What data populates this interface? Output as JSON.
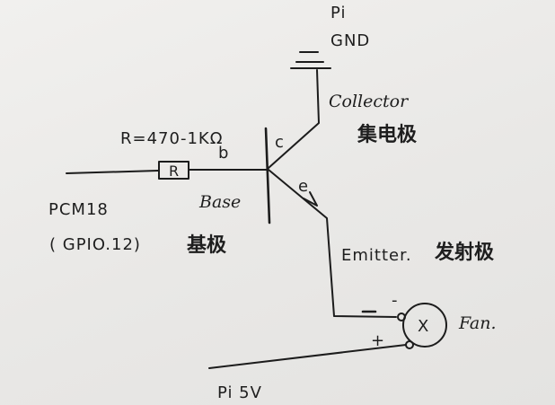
{
  "labels": {
    "pi_top": "Pi",
    "gnd": "GND",
    "collector_en": "Collector",
    "collector_zh": "集电极",
    "collector_letter": "c",
    "resistor_value": "R=470-1KΩ",
    "resistor_symbol": "R",
    "base_letter": "b",
    "base_en": "Base",
    "base_zh": "基极",
    "emitter_letter": "e",
    "emitter_en": "Emitter.",
    "emitter_zh": "发射极",
    "pin_name": "PCM18",
    "pin_gpio": "( GPIO.12)",
    "fan_symbol": "X",
    "fan_label": "Fan.",
    "plus_sign": "+",
    "minus_sign": "-",
    "supply_label": "Pi 5V"
  }
}
